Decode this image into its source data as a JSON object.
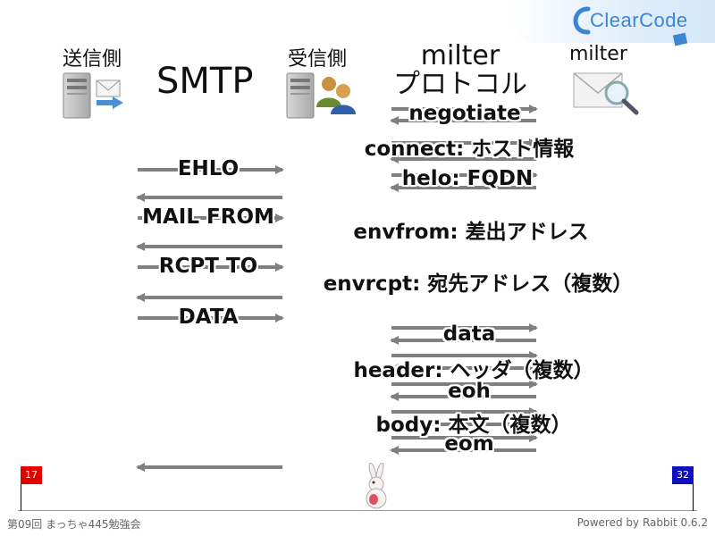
{
  "header": {
    "sender_label": "送信側",
    "smtp_label": "SMTP",
    "receiver_label": "受信側",
    "milter_protocol_line1": "milter",
    "milter_protocol_line2": "プロトコル",
    "milter_label": "milter"
  },
  "logo": {
    "text": "ClearCode"
  },
  "smtp_commands": [
    "EHLO",
    "MAIL FROM",
    "RCPT TO",
    "DATA"
  ],
  "milter_messages": [
    "negotiate",
    "connect: ホスト情報",
    "helo: FQDN",
    "envfrom: 差出アドレス",
    "envrcpt: 宛先アドレス（複数）",
    "data",
    "header: ヘッダ（複数）",
    "eoh",
    "body: 本文（複数）",
    "eom"
  ],
  "progress": {
    "current_page": "17",
    "total_pages": "32",
    "fraction": 0.53
  },
  "footer": {
    "left": "第09回 まっちゃ445勉強会",
    "right": "Powered by Rabbit 0.6.2"
  },
  "colors": {
    "arrow": "#808080",
    "accent": "#3a86d4",
    "flag_current": "#e00000",
    "flag_total": "#1010c0"
  }
}
